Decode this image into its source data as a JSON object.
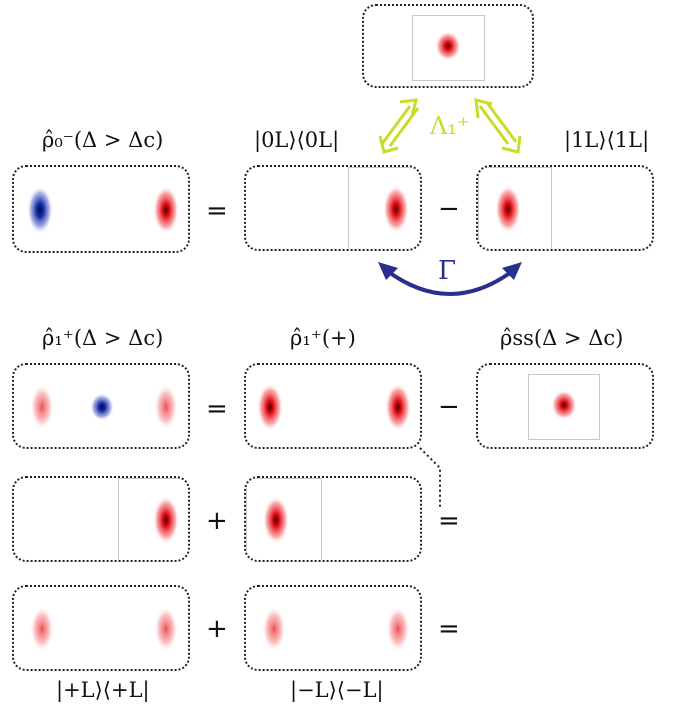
{
  "labels": {
    "rho0_minus": "ρ̂₀⁻(Δ > Δc)",
    "ket0": "|0L⟩⟨0L|",
    "ket1": "|1L⟩⟨1L|",
    "lambda": "Λ₁⁺",
    "gamma": "Γ",
    "rho1_plus": "ρ̂₁⁺(Δ > Δc)",
    "rho1_plus_plus": "ρ̂₁⁺(+)",
    "rho_ss": "ρ̂ss(Δ > Δc)",
    "ket_plus": "|+L⟩⟨+L|",
    "ket_minus": "|−L⟩⟨−L|"
  },
  "operators": {
    "equals": "=",
    "minus": "−",
    "plus": "+"
  },
  "colors": {
    "positive": "#e8141c",
    "negative": "#1b2fa8",
    "lambda_arrow": "#c8dc28",
    "gamma_arrow": "#2b2f8c"
  }
}
